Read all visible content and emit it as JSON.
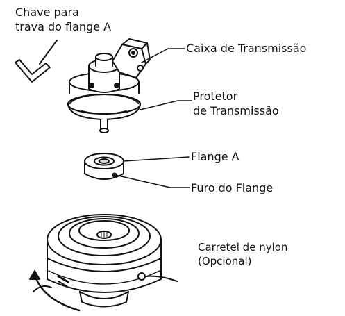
{
  "labels": {
    "chave_line1": "Chave para",
    "chave_line2": "trava do flange A",
    "caixa": "Caixa de Transmissão",
    "protetor_line1": "Protetor",
    "protetor_line2": "de Transmissão",
    "flange": "Flange A",
    "furo": "Furo do Flange",
    "carretel_line1": "Carretel de nylon",
    "carretel_line2": "(Opcional)"
  },
  "colors": {
    "ink": "#111111",
    "background": "#ffffff",
    "shade": "#d9d9d9"
  }
}
